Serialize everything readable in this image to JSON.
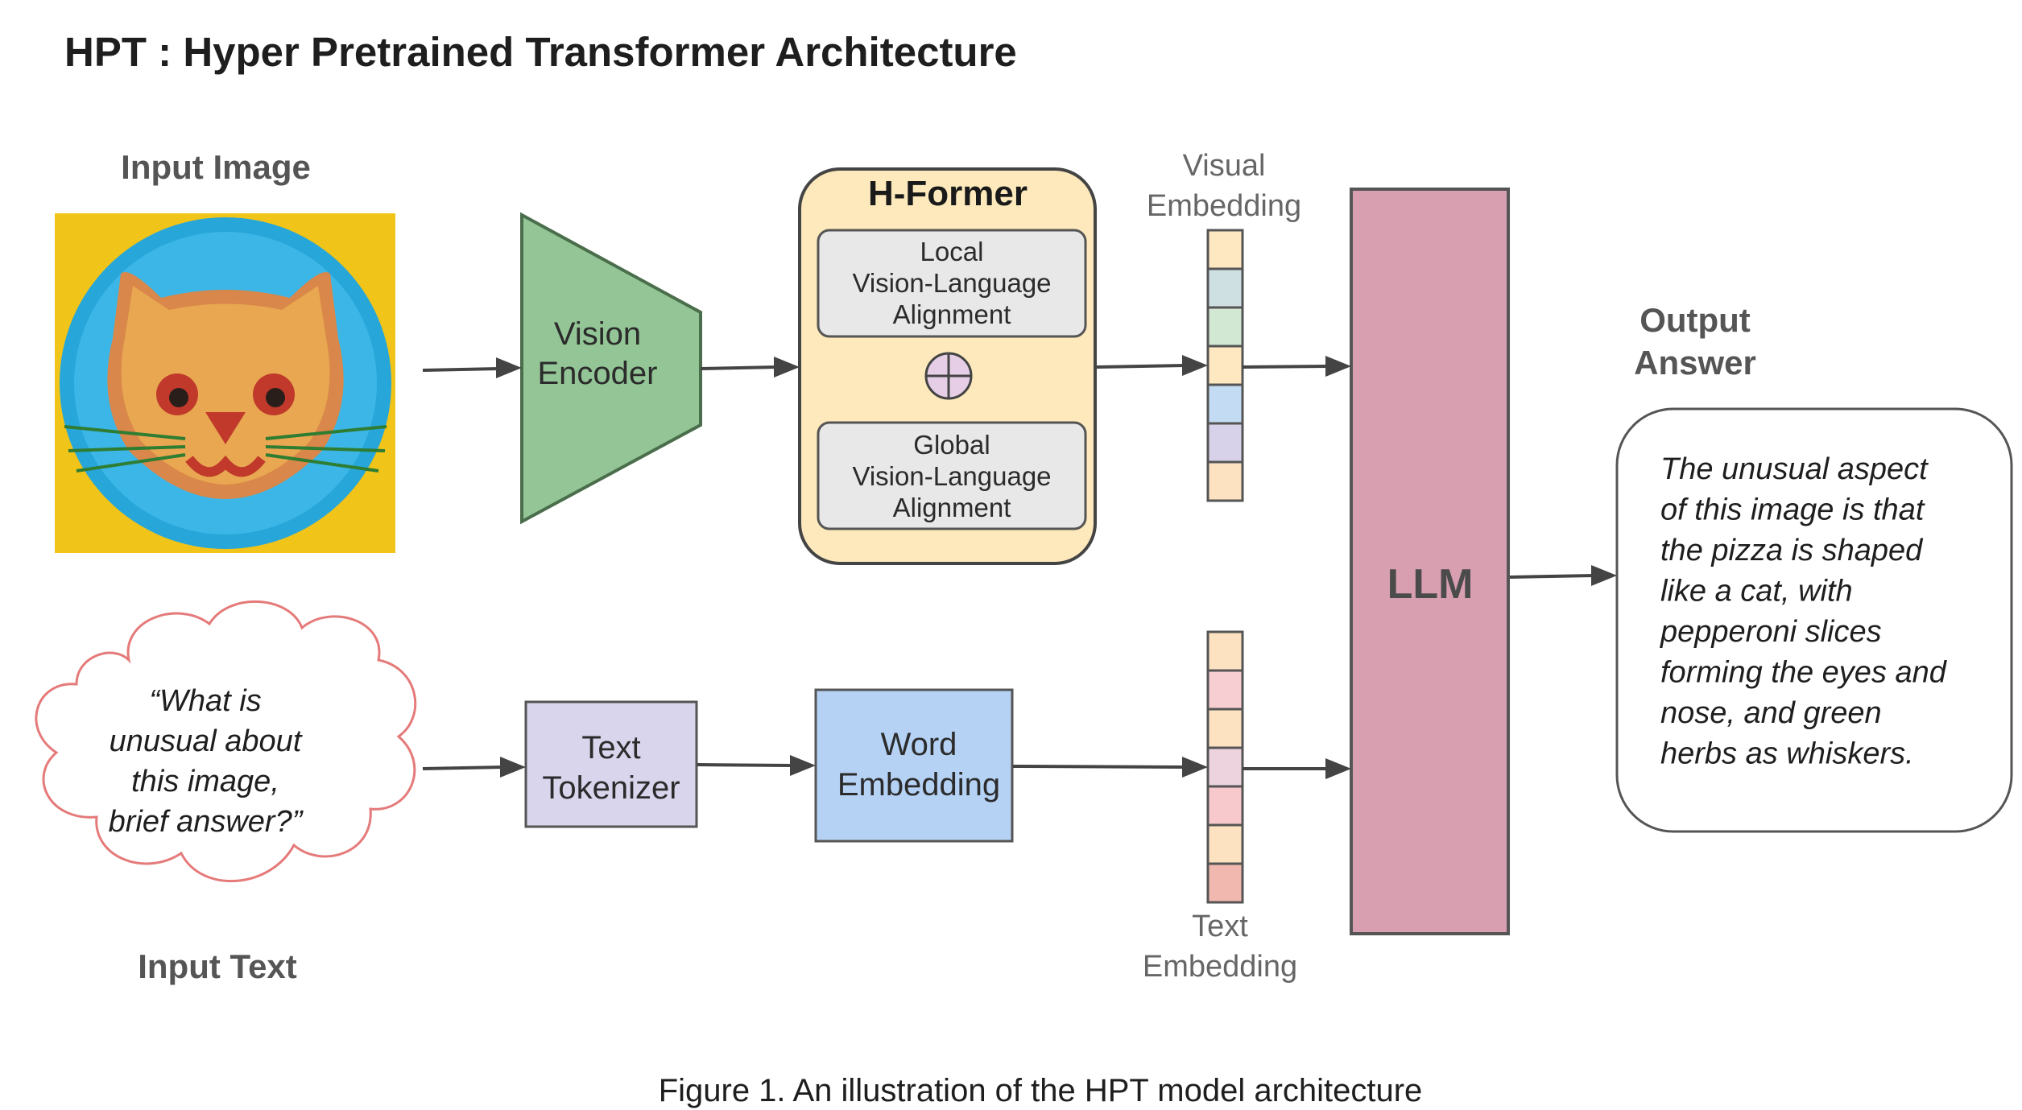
{
  "title": "HPT : Hyper Pretrained Transformer Architecture",
  "input_image": {
    "label": "Input Image"
  },
  "vision_encoder": {
    "line1": "Vision",
    "line2": "Encoder"
  },
  "h_former": {
    "title": "H-Former",
    "local": {
      "line1": "Local",
      "line2": "Vision-Language",
      "line3": "Alignment"
    },
    "global": {
      "line1": "Global",
      "line2": "Vision-Language",
      "line3": "Alignment"
    }
  },
  "visual_embedding": {
    "line1": "Visual",
    "line2": "Embedding",
    "cell_colors": [
      "#fde8c2",
      "#cfe0e3",
      "#d3e8d2",
      "#fde8c2",
      "#c4dcf3",
      "#d7d2ea",
      "#fde2c2"
    ]
  },
  "input_text": {
    "label": "Input Text",
    "line1": "“What is",
    "line2": "unusual about",
    "line3": "this image,",
    "line4": "brief answer?”"
  },
  "text_tokenizer": {
    "line1": "Text",
    "line2": "Tokenizer"
  },
  "word_embedding": {
    "line1": "Word",
    "line2": "Embedding"
  },
  "text_embedding": {
    "line1": "Text",
    "line2": "Embedding",
    "cell_colors": [
      "#fde2c2",
      "#f7cfd2",
      "#fde2c2",
      "#ecd3de",
      "#f7c9cc",
      "#fde2c2",
      "#f0b8ae"
    ]
  },
  "llm": {
    "label": "LLM"
  },
  "output": {
    "label_line1": "Output",
    "label_line2": "Answer",
    "lines": [
      "The unusual aspect",
      "of this image is that",
      "the pizza is shaped",
      "like a cat, with",
      "pepperoni slices",
      "forming the eyes and",
      "nose, and green",
      "herbs as whiskers."
    ]
  },
  "caption": "Figure 1. An illustration of the HPT model architecture",
  "colors": {
    "encoder_fill": "#93c596",
    "hformer_fill": "#fde9bb",
    "tokenizer_fill": "#d8d5ec",
    "word_embedding_fill": "#b5d2f5",
    "llm_fill": "#d89fb0",
    "cloud_stroke": "#e57a7a",
    "image_background": "#f0c419",
    "plate": "#27a6d9"
  }
}
